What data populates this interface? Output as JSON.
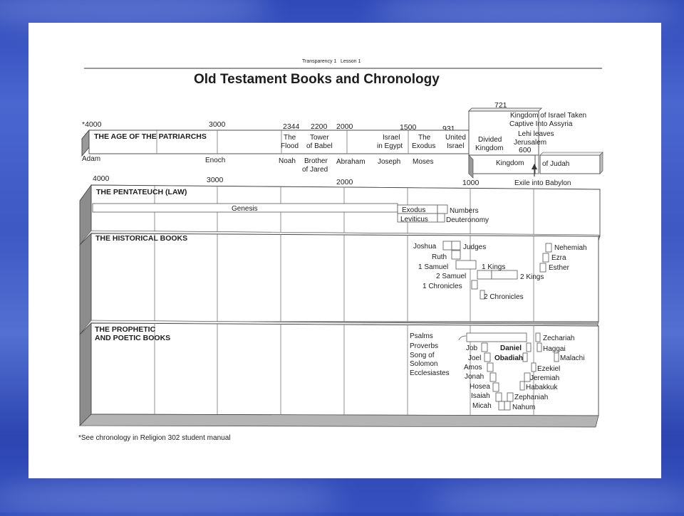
{
  "header": {
    "transparency": "Transparency 1",
    "lesson": "Lesson 1",
    "title": "Old Testament Books and Chronology"
  },
  "top_years": {
    "y4000": "*4000",
    "y3000": "3000",
    "y2344": "2344",
    "y2200": "2200",
    "y2000": "2000",
    "y1500": "1500",
    "y931": "931",
    "y721": "721"
  },
  "patriarchs": {
    "title": "THE AGE OF THE PATRIARCHS",
    "flood": [
      "The",
      "Flood"
    ],
    "babel": [
      "Tower",
      "of Babel"
    ],
    "egypt": [
      "Israel",
      "in Egypt"
    ],
    "exodus": [
      "The",
      "Exodus"
    ],
    "united": [
      "United",
      "Israel"
    ],
    "divided": [
      "Divided",
      "Kingdom"
    ],
    "below": {
      "adam": "Adam",
      "enoch": "Enoch",
      "noah": "Noah",
      "brother": [
        "Brother",
        "of Jared"
      ],
      "abraham": "Abraham",
      "joseph": "Joseph",
      "moses": "Moses"
    }
  },
  "kingdoms": {
    "israel_taken": [
      "Kingdom of Israel Taken",
      "Captive Into Assyria"
    ],
    "lehi": [
      "Lehi leaves",
      "Jerusalem"
    ],
    "y600": "600",
    "kingdom": "Kingdom",
    "of_judah": "of Judah",
    "exile": "Exile into Babylon"
  },
  "second_years": {
    "y4000": "4000",
    "y3000": "3000",
    "y2000": "2000",
    "y1000": "1000"
  },
  "pentateuch": {
    "title": "THE PENTATEUCH (LAW)",
    "genesis": "Genesis",
    "exodus": "Exodus",
    "leviticus": "Leviticus",
    "numbers": "Numbers",
    "deuteronomy": "Deuteronomy"
  },
  "historical": {
    "title": "THE HISTORICAL BOOKS",
    "joshua": "Joshua",
    "judges": "Judges",
    "ruth": "Ruth",
    "samuel1": "1 Samuel",
    "kings1": "1 Kings",
    "samuel2": "2 Samuel",
    "kings2": "2 Kings",
    "chronicles1": "1 Chronicles",
    "chronicles2": "2 Chronicles",
    "nehemiah": "Nehemiah",
    "ezra": "Ezra",
    "esther": "Esther"
  },
  "prophetic": {
    "title": [
      "THE PROPHETIC",
      "AND POETIC BOOKS"
    ],
    "poetic": [
      "Psalms",
      "Proverbs",
      "Song of",
      "Solomon",
      "Ecclesiastes"
    ],
    "job": "Job",
    "joel": "Joel",
    "amos": "Amos",
    "jonah": "Jonah",
    "hosea": "Hosea",
    "isaiah": "Isaiah",
    "micah": "Micah",
    "daniel": "Daniel",
    "obadiah": "Obadiah",
    "zechariah": "Zechariah",
    "haggai": "Haggai",
    "malachi": "Malachi",
    "ezekiel": "Ezekiel",
    "jeremiah": "Jeremiah",
    "habakkuk": "Habakkuk",
    "zephaniah": "Zephaniah",
    "nahum": "Nahum"
  },
  "footnote": "*See chronology in Religion 302 student manual"
}
